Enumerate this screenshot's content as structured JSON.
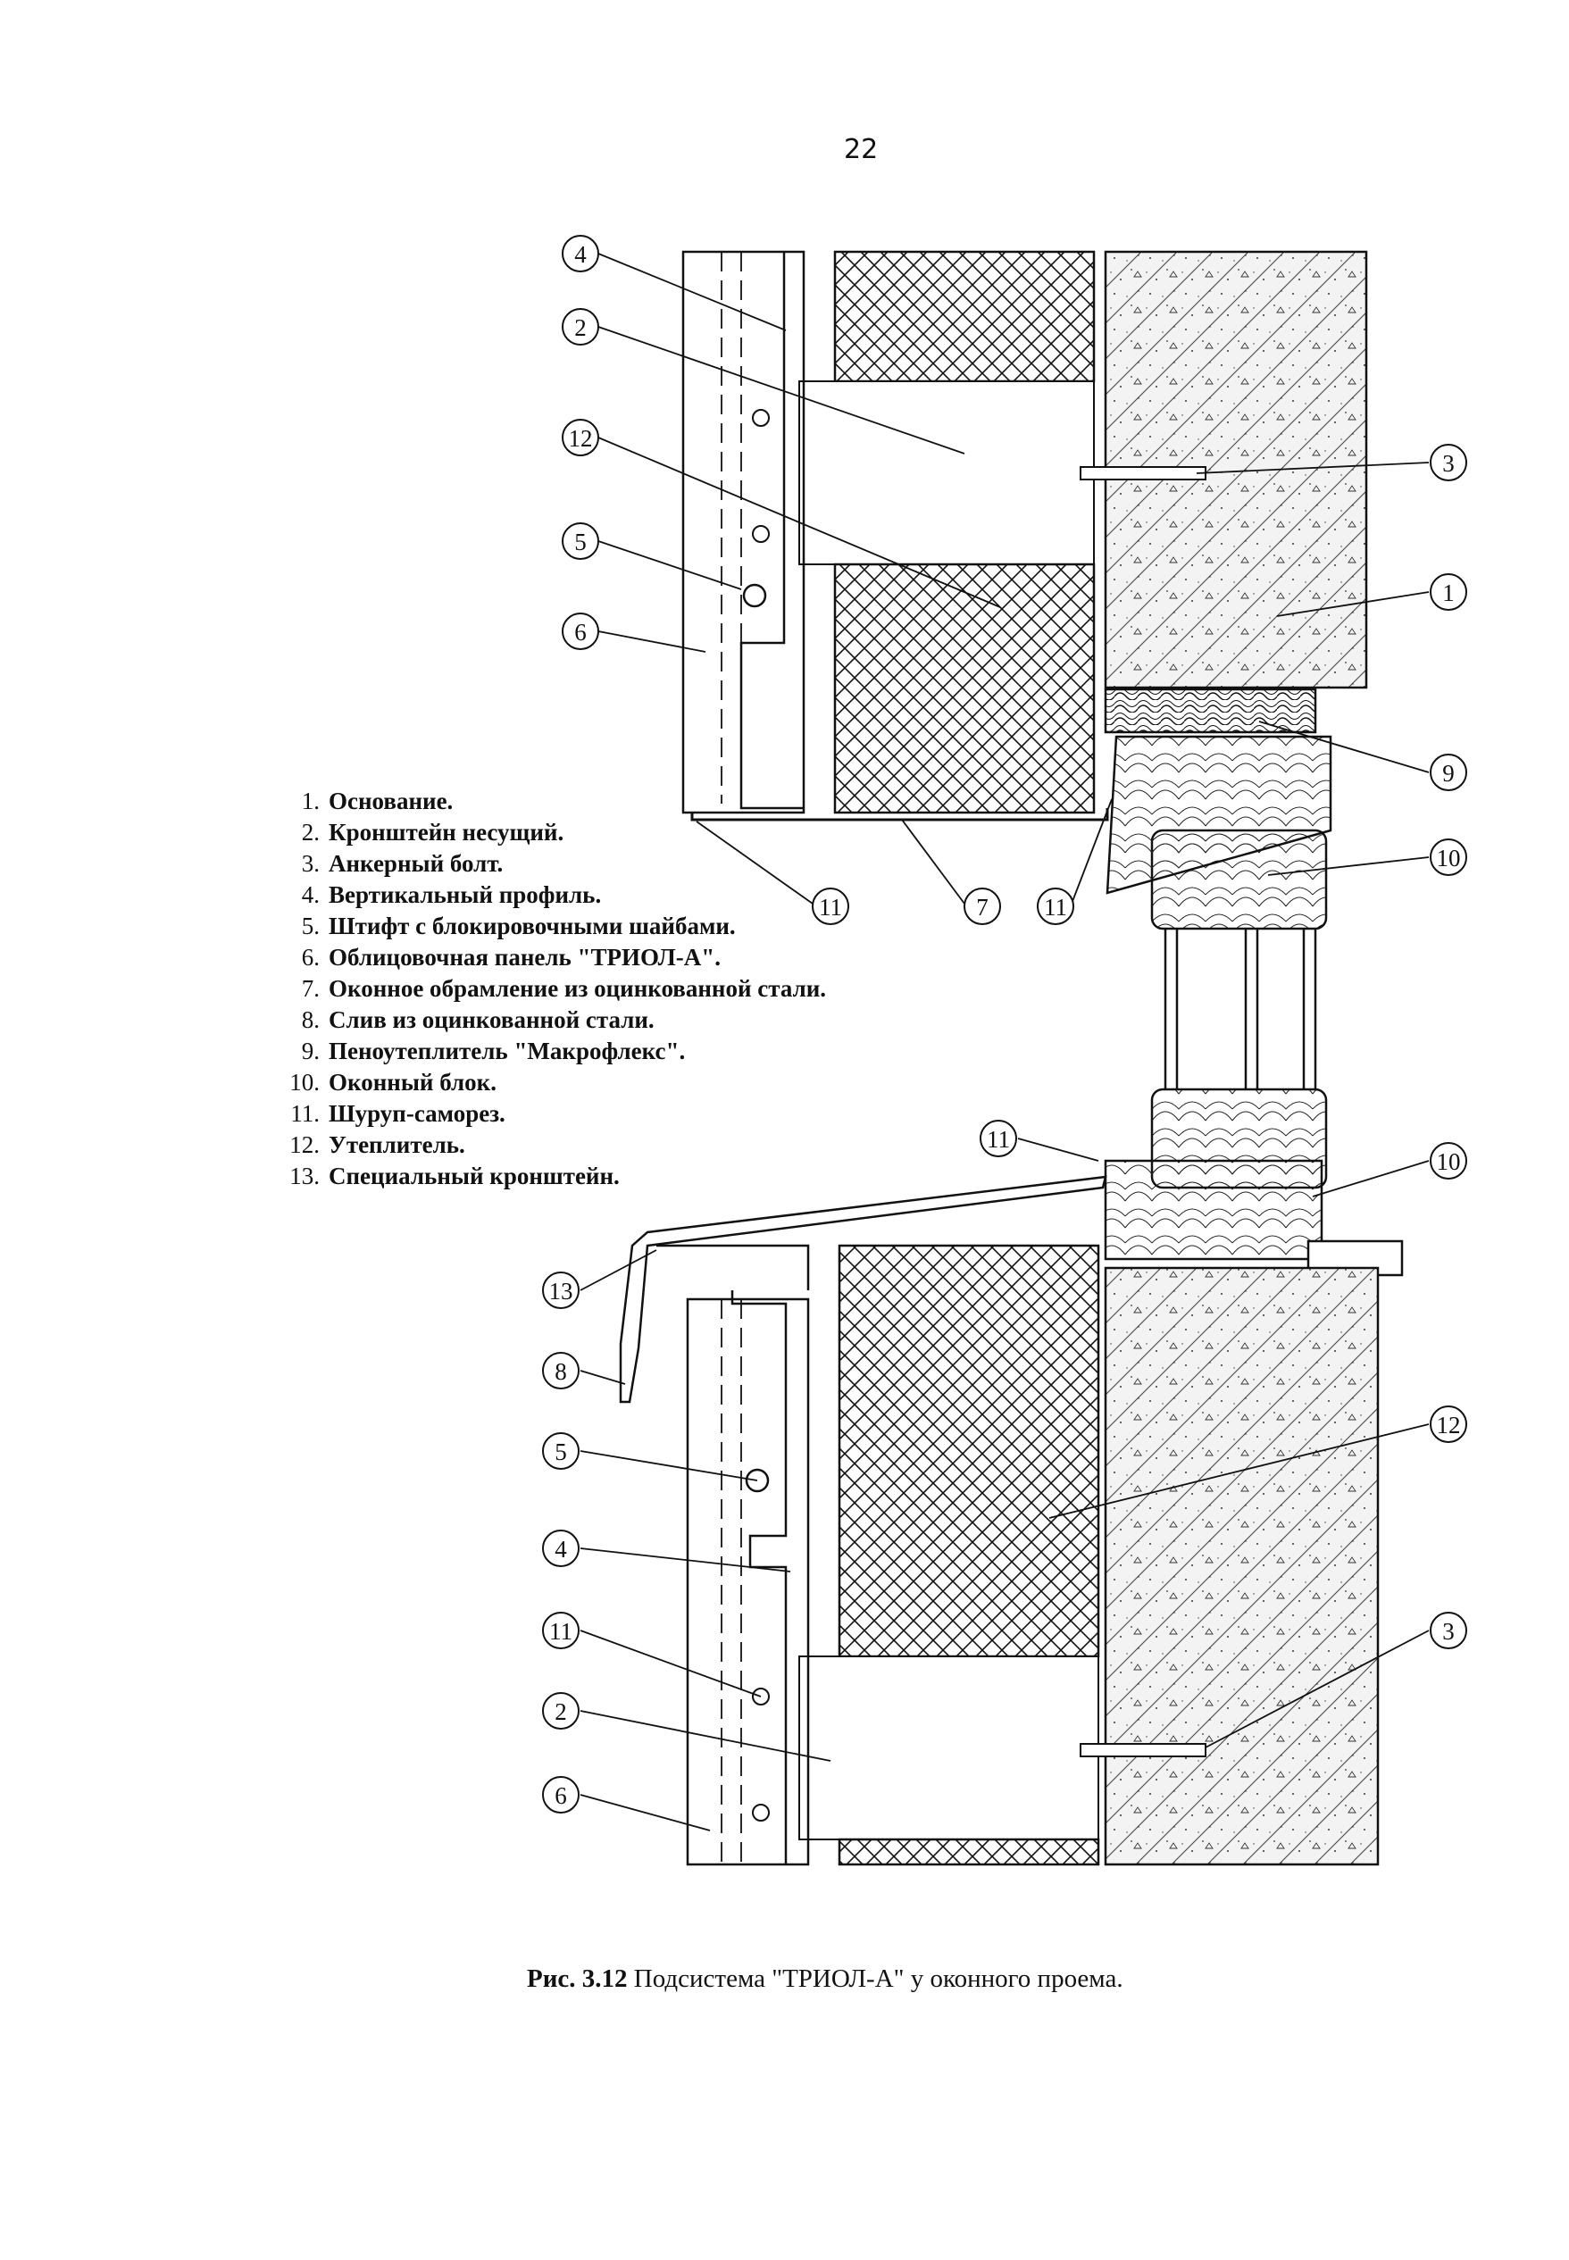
{
  "page_number": "22",
  "legend": [
    {
      "num": "1.",
      "text": "Основание."
    },
    {
      "num": "2.",
      "text": "Кронштейн несущий."
    },
    {
      "num": "3.",
      "text": "Анкерный болт."
    },
    {
      "num": "4.",
      "text": "Вертикальный профиль."
    },
    {
      "num": "5.",
      "text": "Штифт с блокировочными шайбами."
    },
    {
      "num": "6.",
      "text": "Облицовочная панель \"ТРИОЛ-А\"."
    },
    {
      "num": "7.",
      "text": "Оконное обрамление из оцинкованной стали."
    },
    {
      "num": "8.",
      "text": "Слив из оцинкованной стали."
    },
    {
      "num": "9.",
      "text": "Пеноутеплитель \"Макрофлекс\"."
    },
    {
      "num": "10.",
      "text": "Оконный блок."
    },
    {
      "num": "11.",
      "text": "Шуруп-саморез."
    },
    {
      "num": "12.",
      "text": "Утеплитель."
    },
    {
      "num": "13.",
      "text": "Специальный кронштейн."
    }
  ],
  "callouts": {
    "c4a": "4",
    "c2a": "2",
    "c12a": "12",
    "c5a": "5",
    "c6a": "6",
    "c3a": "3",
    "c1": "1",
    "c9": "9",
    "c10a": "10",
    "c11a": "11",
    "c7": "7",
    "c11b": "11",
    "c11c": "11",
    "c10b": "10",
    "c13": "13",
    "c8": "8",
    "c12b": "12",
    "c5b": "5",
    "c4b": "4",
    "c3b": "3",
    "c11d": "11",
    "c2b": "2",
    "c6b": "6"
  },
  "caption": {
    "label": "Рис. 3.12",
    "text": "Подсистема \"ТРИОЛ-А\" у оконного проема."
  }
}
